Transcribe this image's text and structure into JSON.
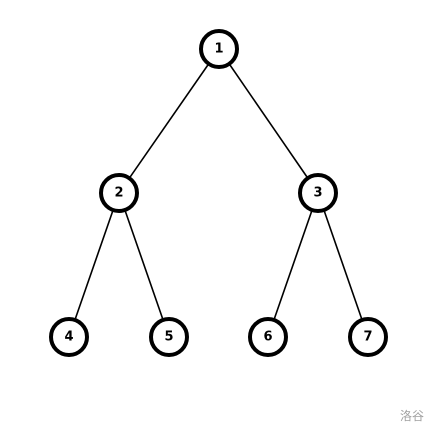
{
  "tree": {
    "nodes": [
      {
        "id": "1",
        "label": "1"
      },
      {
        "id": "2",
        "label": "2"
      },
      {
        "id": "3",
        "label": "3"
      },
      {
        "id": "4",
        "label": "4"
      },
      {
        "id": "5",
        "label": "5"
      },
      {
        "id": "6",
        "label": "6"
      },
      {
        "id": "7",
        "label": "7"
      }
    ],
    "edges": [
      [
        "1",
        "2"
      ],
      [
        "1",
        "3"
      ],
      [
        "2",
        "4"
      ],
      [
        "2",
        "5"
      ],
      [
        "3",
        "6"
      ],
      [
        "3",
        "7"
      ]
    ]
  },
  "watermark": "洛谷",
  "colors": {
    "stroke": "#000000",
    "fill": "#ffffff",
    "watermark": "#a0a0a0"
  }
}
